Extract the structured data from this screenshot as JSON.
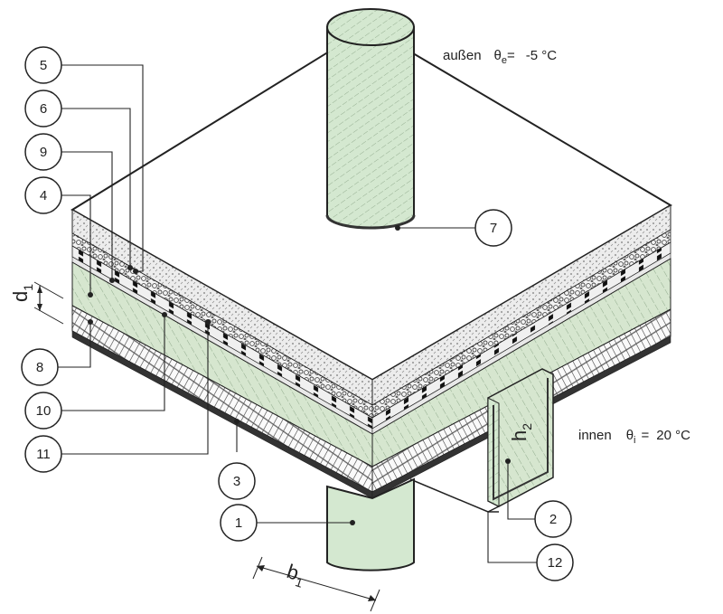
{
  "annotations": {
    "outside": {
      "word": "außen",
      "theta": "θ",
      "sub": "e",
      "eq": "=",
      "value": "-5 °C"
    },
    "inside": {
      "word": "innen",
      "theta": "θ",
      "sub": "i",
      "eq": "=",
      "value": "20 °C"
    }
  },
  "dimensions": {
    "d1": {
      "main": "d",
      "sub": "1"
    },
    "h2": {
      "main": "h",
      "sub": "2"
    },
    "b1": {
      "main": "b",
      "sub": "1"
    }
  },
  "callouts": [
    "1",
    "2",
    "3",
    "4",
    "5",
    "6",
    "7",
    "8",
    "9",
    "10",
    "11",
    "12"
  ],
  "colors": {
    "column_green": "#d4e8d0",
    "insulation_green": "#d6e6cf",
    "concrete_gray": "#e6e6e6",
    "outline": "#222222"
  }
}
